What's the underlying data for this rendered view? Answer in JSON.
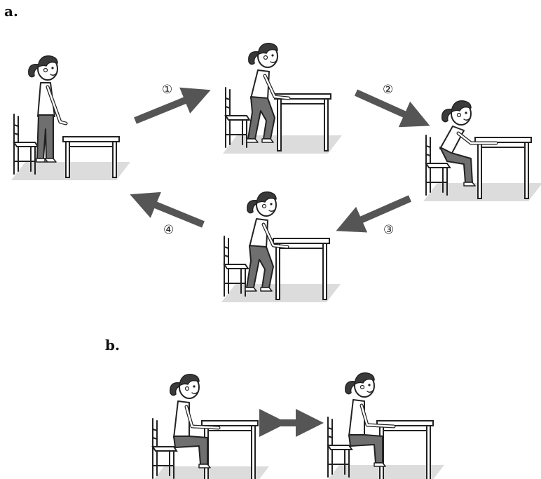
{
  "panels": {
    "a": {
      "label": "a."
    },
    "b": {
      "label": "b."
    }
  },
  "steps": [
    {
      "id": 1,
      "label": "①"
    },
    {
      "id": 2,
      "label": "②"
    },
    {
      "id": 3,
      "label": "③"
    },
    {
      "id": 4,
      "label": "④"
    }
  ],
  "colors": {
    "arrow": "#555555",
    "line": "#222222",
    "shirt": "#ffffff",
    "pants": "#6f6f6f",
    "hair": "#3a3a3a",
    "floor": "#d0d0d0"
  }
}
